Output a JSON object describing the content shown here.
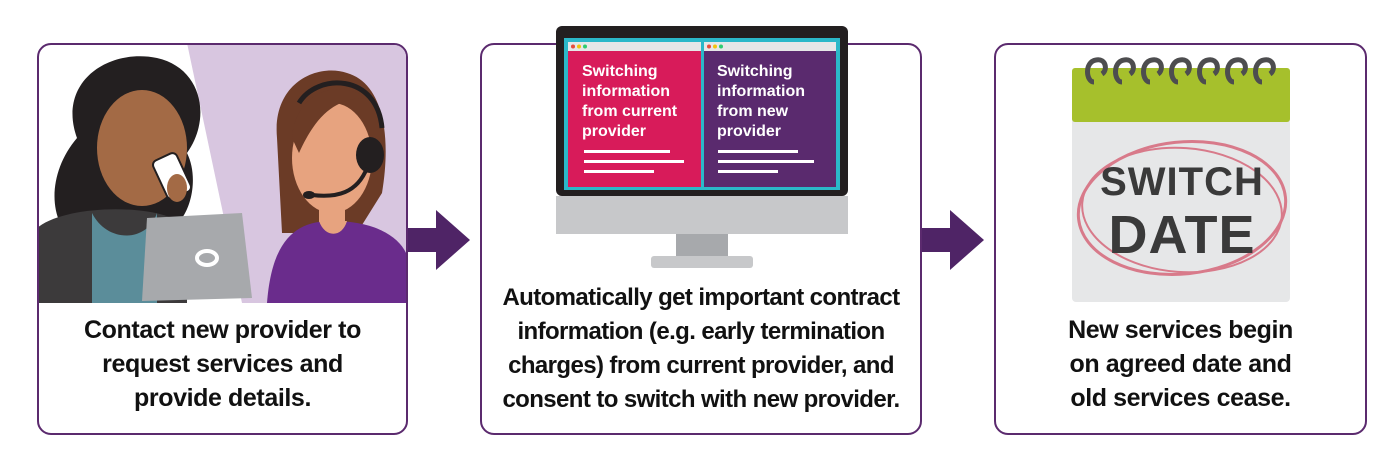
{
  "steps": [
    {
      "caption_lines": [
        "Contact new provider to",
        "request services and",
        "provide details."
      ]
    },
    {
      "caption_lines": [
        "Automatically get important contract",
        "information (e.g. early termination",
        "charges) from current provider, and",
        "consent to switch with new provider."
      ],
      "screen": {
        "left_panel_lines": [
          "Switching",
          "information",
          "from current",
          "provider"
        ],
        "right_panel_lines": [
          "Switching",
          "information",
          "from new",
          "provider"
        ]
      }
    },
    {
      "caption_lines": [
        "New services begin",
        "on agreed date and",
        "old services cease."
      ],
      "calendar": {
        "line1": "SWITCH",
        "line2": "DATE"
      }
    }
  ],
  "colors": {
    "border": "#5b2a6e",
    "arrow": "#4f2466",
    "pink": "#d81b5a",
    "purple": "#5a2a6e",
    "lime": "#a6c02c",
    "lavender": "#d8c6e0"
  }
}
